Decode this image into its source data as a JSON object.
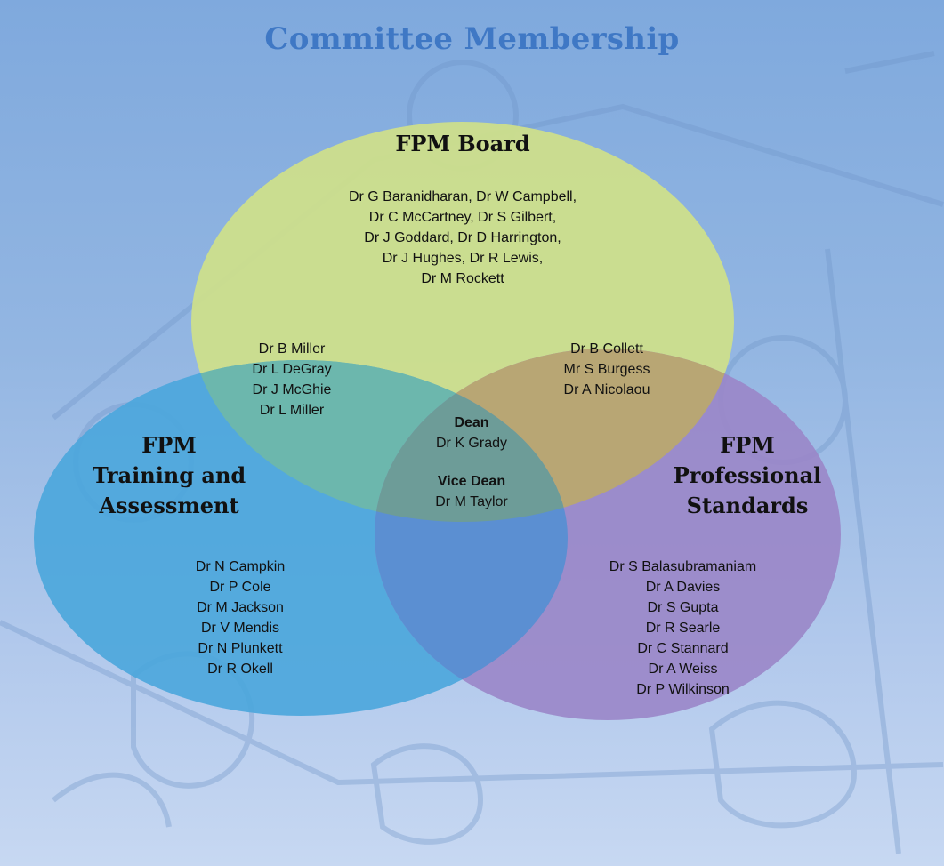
{
  "title": "Committee Membership",
  "colors": {
    "background": "#8fb3e3",
    "title": "#3f78c5",
    "board_circle": "#cfe08a",
    "training_circle": "#4aa6dc",
    "standards_circle": "#9a86c8"
  },
  "groups": {
    "board": {
      "title": "FPM Board",
      "members": [
        "Dr G Baranidharan, Dr W Campbell,",
        "Dr C McCartney, Dr S Gilbert,",
        "Dr J Goddard, Dr D Harrington,",
        "Dr J Hughes, Dr R Lewis,",
        "Dr M Rockett"
      ]
    },
    "training": {
      "title_lines": [
        "FPM",
        "Training and",
        "Assessment"
      ],
      "members": [
        "Dr N Campkin",
        "Dr P Cole",
        "Dr M Jackson",
        "Dr V Mendis",
        "Dr N Plunkett",
        "Dr R Okell"
      ]
    },
    "standards": {
      "title_lines": [
        "FPM",
        "Professional",
        "Standards"
      ],
      "members": [
        "Dr S Balasubramaniam",
        "Dr A Davies",
        "Dr S Gupta",
        "Dr R Searle",
        "Dr C Stannard",
        "Dr A Weiss",
        "Dr P Wilkinson"
      ]
    },
    "board_training": {
      "members": [
        "Dr B Miller",
        "Dr L DeGray",
        "Dr J McGhie",
        "Dr L Miller"
      ]
    },
    "board_standards": {
      "members": [
        "Dr B Collett",
        "Mr S Burgess",
        "Dr A Nicolaou"
      ]
    },
    "all_three": {
      "dean_label": "Dean",
      "dean": "Dr K Grady",
      "vice_dean_label": "Vice Dean",
      "vice_dean": "Dr M Taylor"
    }
  }
}
